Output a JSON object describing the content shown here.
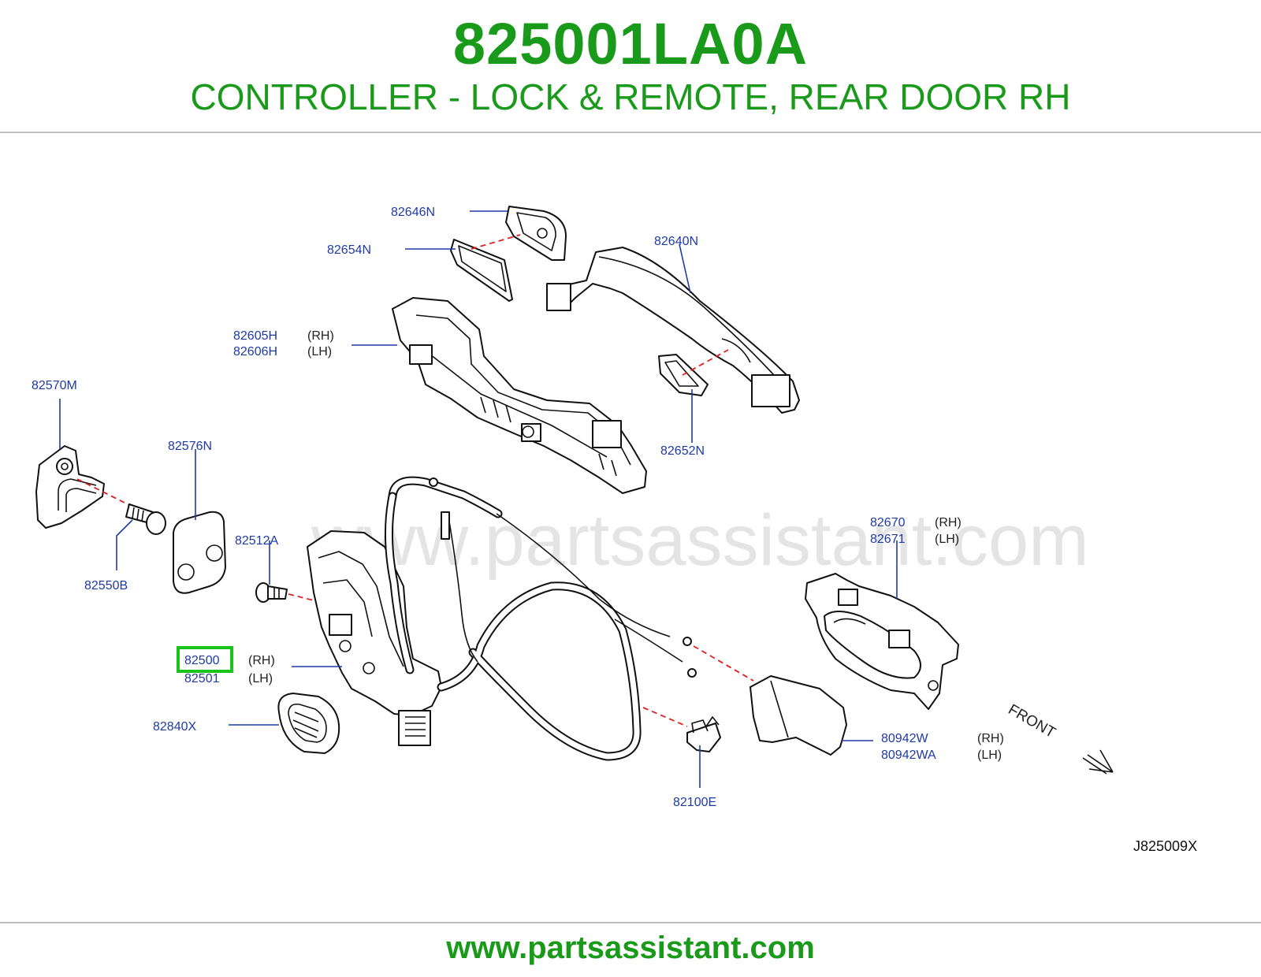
{
  "header": {
    "part_number": "825001LA0A",
    "description": "CONTROLLER - LOCK & REMOTE, REAR DOOR RH"
  },
  "watermark": "www.partsassistant.com",
  "footer": {
    "url": "www.partsassistant.com"
  },
  "diagram_ref": "J825009X",
  "direction_label": "FRONT",
  "callouts": {
    "p82646N": "82646N",
    "p82654N": "82654N",
    "p82640N": "82640N",
    "p82605H": "82605H",
    "p82605H_side": "(RH)",
    "p82606H": "82606H",
    "p82606H_side": "(LH)",
    "p82570M": "82570M",
    "p82576N": "82576N",
    "p82652N": "82652N",
    "p82550B": "82550B",
    "p82512A": "82512A",
    "p82670": "82670",
    "p82670_side": "(RH)",
    "p82671": "82671",
    "p82671_side": "(LH)",
    "p82500": "82500",
    "p82500_side": "(RH)",
    "p82501": "82501",
    "p82501_side": "(LH)",
    "p82840X": "82840X",
    "p80942W": "80942W",
    "p80942W_side": "(RH)",
    "p80942WA": "80942WA",
    "p80942WA_side": "(LH)",
    "p82100E": "82100E"
  },
  "colors": {
    "title_green": "#1a9a1a",
    "callout_blue": "#1f3aa6",
    "highlight_green": "#1bc41b",
    "dashed_red": "#e02020"
  }
}
